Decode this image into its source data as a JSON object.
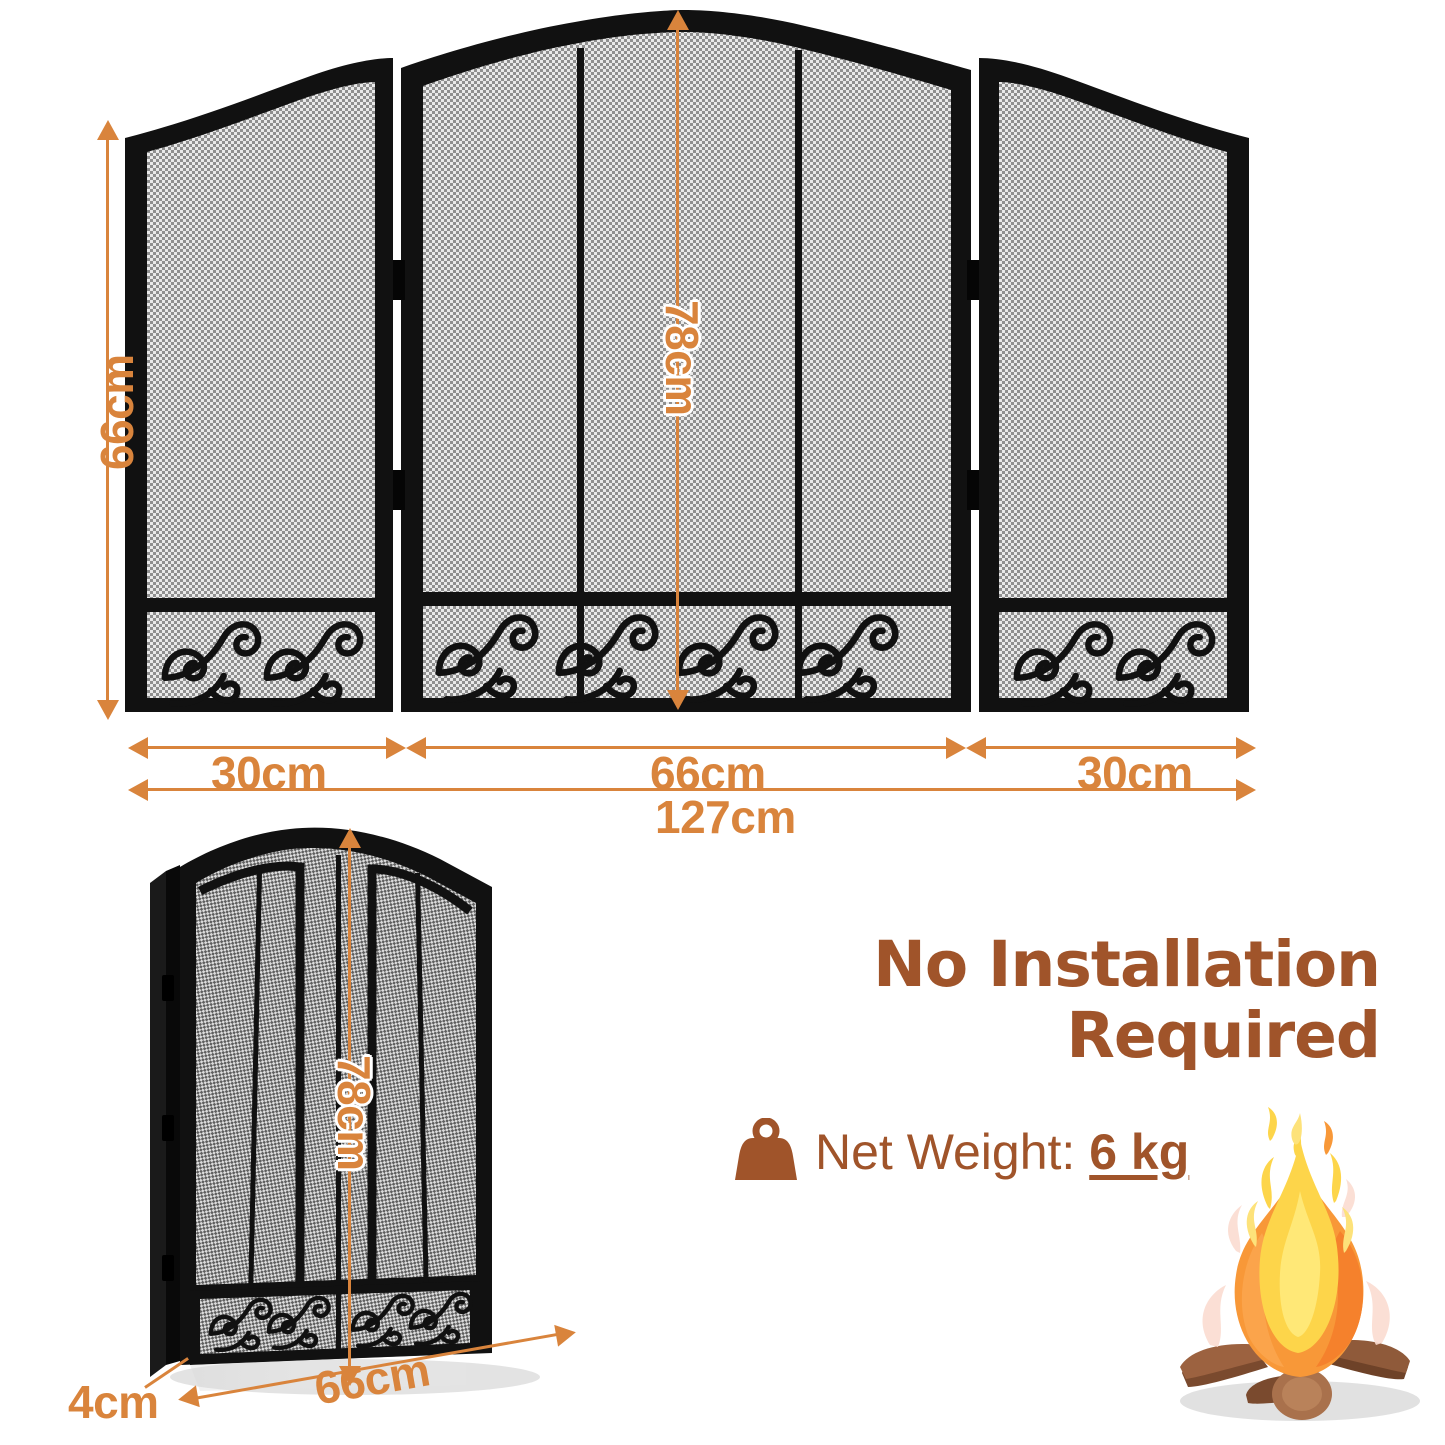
{
  "figure": {
    "title": "Fireplace screen dimension infographic",
    "accent_color": "#d9843c",
    "promo_color": "#a0542a",
    "frame_color": "#111111",
    "mesh_color": "#c8c8c8"
  },
  "unfolded_view": {
    "name": "three-panel fireplace screen front view",
    "height_label": "66cm",
    "center_height_label": "78cm",
    "left_panel_width": "30cm",
    "center_panel_width": "66cm",
    "right_panel_width": "30cm",
    "total_width": "127cm"
  },
  "folded_view": {
    "name": "folded fireplace screen angled view",
    "height_label": "78cm",
    "depth_label": "4cm",
    "width_label": "66cm"
  },
  "promo": {
    "line1": "No Installation",
    "line2": "Required",
    "weight_icon": "weight-kettlebell-icon",
    "weight_prefix": "Net Weight:",
    "weight_value": "6 kg",
    "fire_icon": "campfire-icon"
  }
}
